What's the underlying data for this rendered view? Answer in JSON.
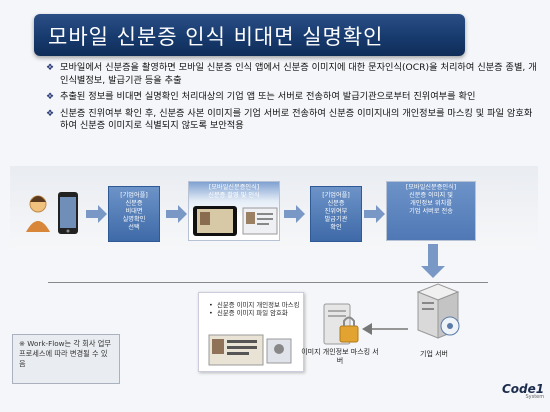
{
  "title": "모바일 신분증 인식 비대면 실명확인",
  "bullets": [
    "모바일에서 신분증을 촬영하면 모바일 신분증 인식 앱에서 신분증 이미지에 대한 문자인식(OCR)을 처리하여 신분증 종별, 개인식별정보, 발급기관 등을 추출",
    "추출된 정보를 비대면 실명확인 처리대상의 기업 앱 또는 서버로 전송하여 발급기관으로부터 진위여부를 확인",
    "신분증 진위여부 확인 후, 신분증 사본 이미지를 기업 서버로 전송하여 신분증 이미지내의 개인정보를 마스킹 및 파일 암호화하여 신분증 이미지로 식별되지 않도록 보안적용"
  ],
  "flow": {
    "step1": [
      "[기업어플]",
      "신분증",
      "비대면",
      "실명확인",
      "선택"
    ],
    "panel1_title": [
      "[모바일신분증인식]",
      "신분증 촬영 및 인식"
    ],
    "step2": [
      "[기업어플]",
      "신분증",
      "진위여부",
      "발급기관",
      "확인"
    ],
    "panel2_title": [
      "[모바일신분증인식]",
      "신분증 이미지 및",
      "개인정보 위치를",
      "기업 서버로 전송"
    ]
  },
  "note": "※ Work-Flow는 각 회사 업무 프로세스에 따라 변경될 수 있음",
  "masking_items": [
    "신분증 이미지 개인정보 마스킹",
    "신분증 이미지 파일 암호화"
  ],
  "captions": {
    "masking_server": "이미지 개인정보 마스킹 서버",
    "company_server": "기업 서버"
  },
  "logo": {
    "main": "Code1",
    "sub": "System"
  },
  "colors": {
    "title_bg": "#173a6e",
    "step_bg": "#4d77b3",
    "bullet_mark": "#2a3b78"
  }
}
